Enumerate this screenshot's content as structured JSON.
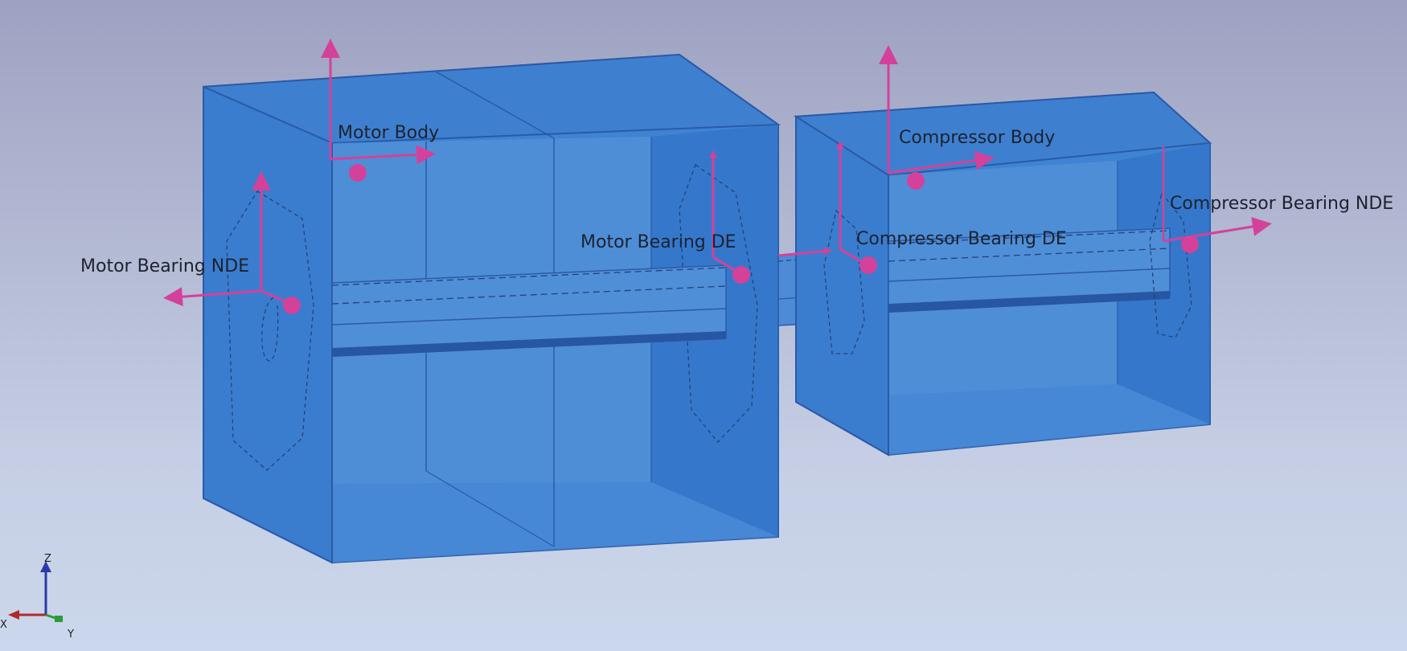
{
  "scene": {
    "labels": {
      "motor_body": "Motor Body",
      "compressor_body": "Compressor Body",
      "motor_bearing_nde": "Motor Bearing NDE",
      "motor_bearing_de": "Motor Bearing DE",
      "compressor_bearing_de": "Compressor Bearing DE",
      "compressor_bearing_nde": "Compressor Bearing NDE"
    },
    "triad": {
      "z": "Z",
      "x": "X",
      "y": "Y"
    }
  },
  "colors": {
    "body_fill": "#3b7fd0",
    "edge": "#2a5aa8",
    "marker": "#d4419a",
    "label_text": "#1d2230"
  },
  "icons": {
    "coordinate_triad": "axis-triad-icon",
    "sensor_marker": "sensor-dot-arrows"
  }
}
